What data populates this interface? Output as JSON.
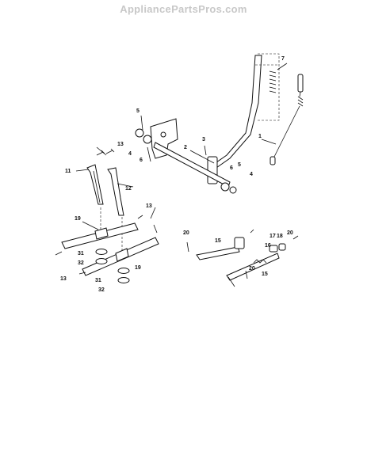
{
  "watermark": "AppliancePartsPros.com",
  "callouts": {
    "c1": "1",
    "c2": "2",
    "c3": "3",
    "c4a": "4",
    "c4b": "4",
    "c5a": "5",
    "c5b": "5",
    "c6a": "6",
    "c6b": "6",
    "c7": "7",
    "c11": "11",
    "c12": "12",
    "c13a": "13",
    "c13b": "13",
    "c13c": "13",
    "c15a": "15",
    "c15b": "15",
    "c16": "16",
    "c17": "17",
    "c18": "18",
    "c19a": "19",
    "c19b": "19",
    "c20a": "20",
    "c20b": "20",
    "c20c": "20",
    "c31a": "31",
    "c31b": "31",
    "c32a": "32",
    "c32b": "32"
  }
}
